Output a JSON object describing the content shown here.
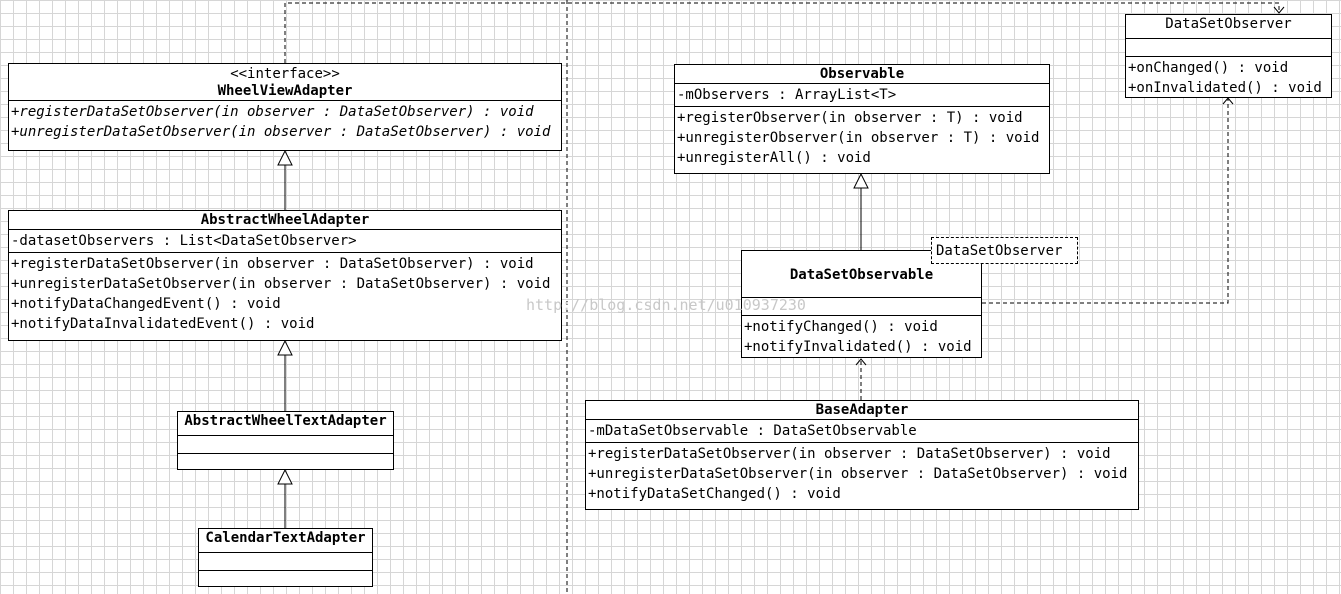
{
  "classes": {
    "wheel_view_adapter": {
      "stereotype": "<<interface>>",
      "name": "WheelViewAdapter",
      "methods": [
        "+registerDataSetObserver(in observer : DataSetObserver) : void",
        "+unregisterDataSetObserver(in observer : DataSetObserver) : void"
      ]
    },
    "abstract_wheel_adapter": {
      "name": "AbstractWheelAdapter",
      "attributes": [
        "-datasetObservers : List<DataSetObserver>"
      ],
      "methods": [
        "+registerDataSetObserver(in observer : DataSetObserver) : void",
        "+unregisterDataSetObserver(in observer : DataSetObserver) : void",
        "+notifyDataChangedEvent() : void",
        "+notifyDataInvalidatedEvent() : void"
      ]
    },
    "abstract_wheel_text_adapter": {
      "name": "AbstractWheelTextAdapter"
    },
    "calendar_text_adapter": {
      "name": "CalendarTextAdapter"
    },
    "observable": {
      "name": "Observable",
      "attributes": [
        "-mObservers : ArrayList<T>"
      ],
      "methods": [
        "+registerObserver(in observer : T) : void",
        "+unregisterObserver(in observer : T) : void",
        "+unregisterAll() : void"
      ]
    },
    "data_set_observable": {
      "name": "DataSetObservable",
      "template_param": "DataSetObserver",
      "methods": [
        "+notifyChanged() : void",
        "+notifyInvalidated() : void"
      ]
    },
    "base_adapter": {
      "name": "BaseAdapter",
      "attributes": [
        "-mDataSetObservable : DataSetObservable"
      ],
      "methods": [
        "+registerDataSetObserver(in observer : DataSetObserver) : void",
        "+unregisterDataSetObserver(in observer : DataSetObserver) : void",
        "+notifyDataSetChanged() : void"
      ]
    },
    "data_set_observer": {
      "name": "DataSetObserver",
      "methods": [
        "+onChanged() : void",
        "+onInvalidated() : void"
      ]
    }
  },
  "watermark": "http://blog.csdn.net/u010937230"
}
